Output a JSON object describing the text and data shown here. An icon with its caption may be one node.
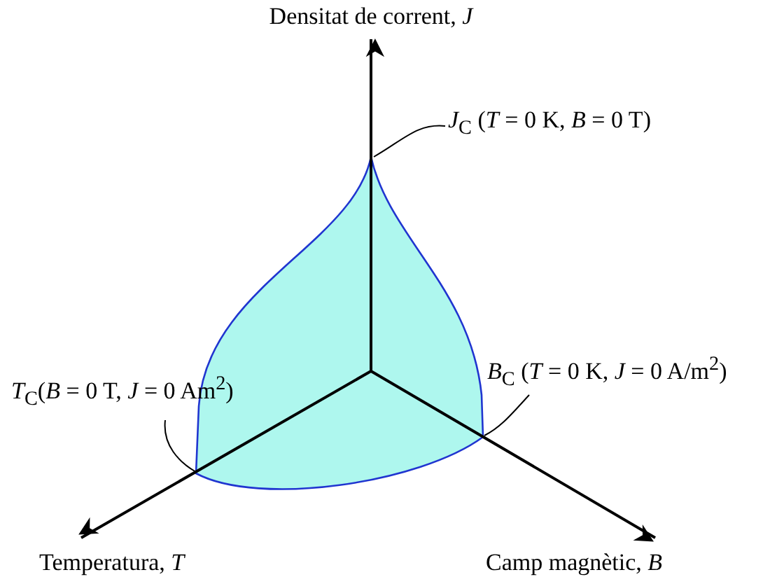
{
  "diagram": {
    "nodes": [
      {
        "text": [
          "*J*$_{C}$ (*T* = 0 K, *B* = 0 T)"
        ]
      },
      {
        "text": [
          "*T*$_{C}$(*B* = 0 T, *J* = 0 Am$^{2}$)"
        ]
      },
      {
        "text": [
          "*B*$_{C}$ (*T* = 0 K, *J* = 0 A/m$^{2}$)"
        ]
      }
    ],
    "edges": [
      {
        "from": 0,
        "to": null,
        "arrow": "none"
      },
      {
        "from": 1,
        "to": null,
        "arrow": "none"
      },
      {
        "from": 2,
        "to": null,
        "arrow": "none"
      }
    ],
    "labels": [
      "Densitat de corrent, *J*",
      "Temperatura, *T*",
      "Camp magnètic, *B*"
    ]
  }
}
